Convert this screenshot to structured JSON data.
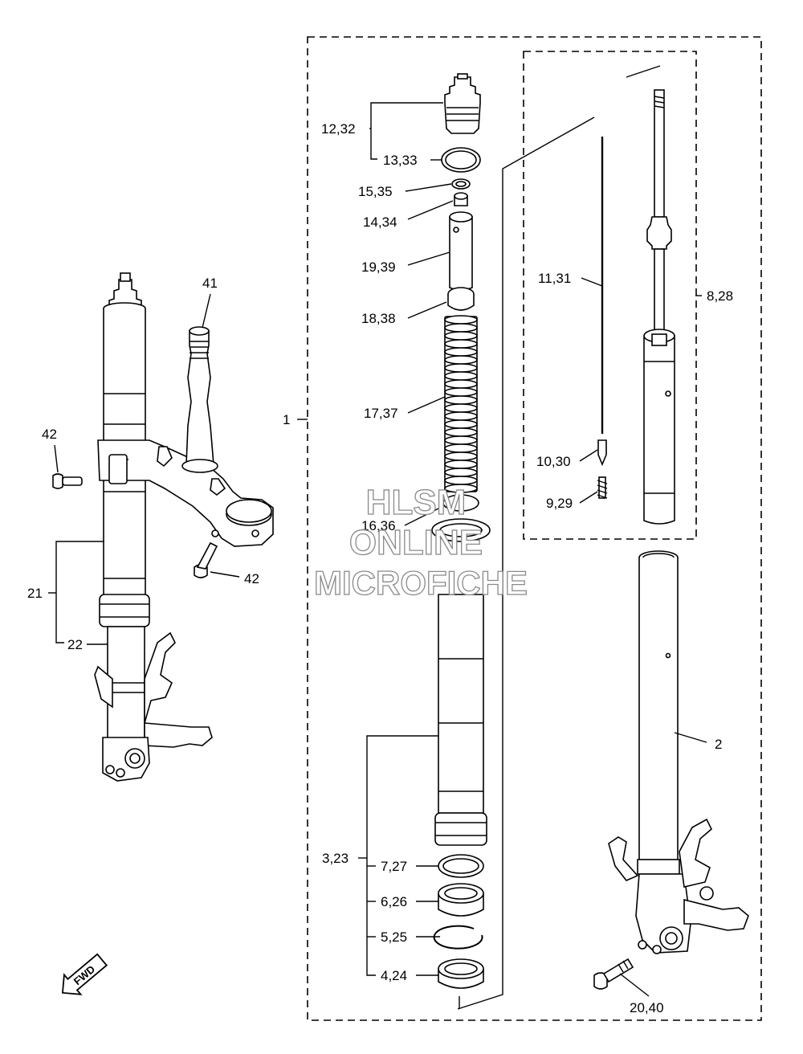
{
  "diagram": {
    "watermark": [
      "HLSM",
      "ONLINE",
      "MICROFICHE"
    ],
    "fwd_badge": "FWD",
    "labels": {
      "p1": "1",
      "p2": "2",
      "p3_23": "3,23",
      "p4_24": "4,24",
      "p5_25": "5,25",
      "p6_26": "6,26",
      "p7_27": "7,27",
      "p8_28": "8,28",
      "p9_29": "9,29",
      "p10_30": "10,30",
      "p11_31": "11,31",
      "p12_32": "12,32",
      "p13_33": "13,33",
      "p14_34": "14,34",
      "p15_35": "15,35",
      "p16_36": "16,36",
      "p17_37": "17,37",
      "p18_38": "18,38",
      "p19_39": "19,39",
      "p20_40": "20,40",
      "p21": "21",
      "p22": "22",
      "p41": "41",
      "p42a": "42",
      "p42b": "42"
    }
  }
}
